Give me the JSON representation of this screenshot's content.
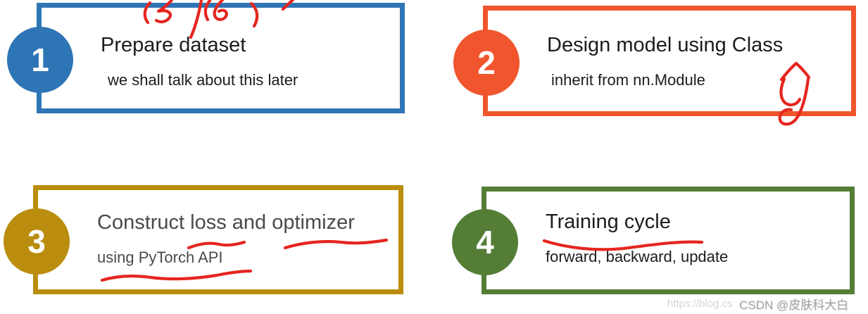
{
  "slide": {
    "background_color": "#ffffff",
    "steps": [
      {
        "number": "1",
        "title": "Prepare dataset",
        "subtitle": "we shall talk about this later",
        "accent_color": "#2E75B6",
        "text_color": "#1c1c1c"
      },
      {
        "number": "2",
        "title": "Design model using Class",
        "subtitle": "inherit from nn.Module",
        "accent_color": "#F0552D",
        "text_color": "#1c1c1c"
      },
      {
        "number": "3",
        "title": "Construct loss and optimizer",
        "subtitle": "using PyTorch API",
        "accent_color": "#BA8D0E",
        "text_color": "#4a4a4a"
      },
      {
        "number": "4",
        "title": "Training cycle",
        "subtitle": "forward, backward, update",
        "accent_color": "#547D36",
        "text_color": "#1d1d1d"
      }
    ]
  },
  "annotations": {
    "ink_color": "#E5261F",
    "items": [
      "handwritten-parens-3-slash-6",
      "handwritten-tick-top-right",
      "handwritten-y-hat-scribble",
      "underline-loss",
      "underline-optimizer",
      "underline-using-pytorch-api",
      "underline-training-cycle"
    ]
  },
  "watermark": {
    "url_text": "https://blog.cs",
    "handle_text": "CSDN @皮肤科大白"
  }
}
